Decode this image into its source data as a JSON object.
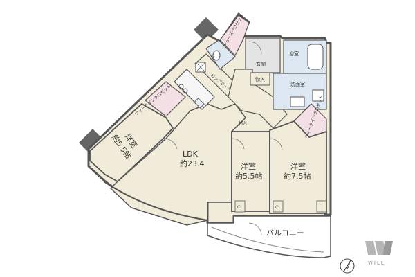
{
  "rooms": {
    "ldk": {
      "name": "LDK",
      "size": "約23.4"
    },
    "western_left": {
      "name": "洋室",
      "size": "約5.5帖"
    },
    "western_mid": {
      "name": "洋室",
      "size": "約5.5帖"
    },
    "western_right": {
      "name": "洋室",
      "size": "約7.5帖"
    },
    "entrance": "玄関",
    "bath": "浴室",
    "washroom": "洗面室",
    "shoe_storage": "物入",
    "balcony": "バルコニー"
  },
  "closets": {
    "walk_in_left": "ウォークインクロゼット",
    "walk_in_right": "ウォークインクロゼット",
    "cupboard": "カップボード",
    "shoe_closet": "シューズクロゼット",
    "storage_small": "物入",
    "closet_mark": "クロゼット",
    "cl": "CL"
  },
  "logo": {
    "text": "WILL"
  },
  "colors": {
    "room_fill": "#f1ecd9",
    "closet_fill": "#f3dfe4",
    "wet_fill": "#dde8f2",
    "floor_gray": "#e4e4e4",
    "wall": "#555555",
    "column": "#666666"
  }
}
